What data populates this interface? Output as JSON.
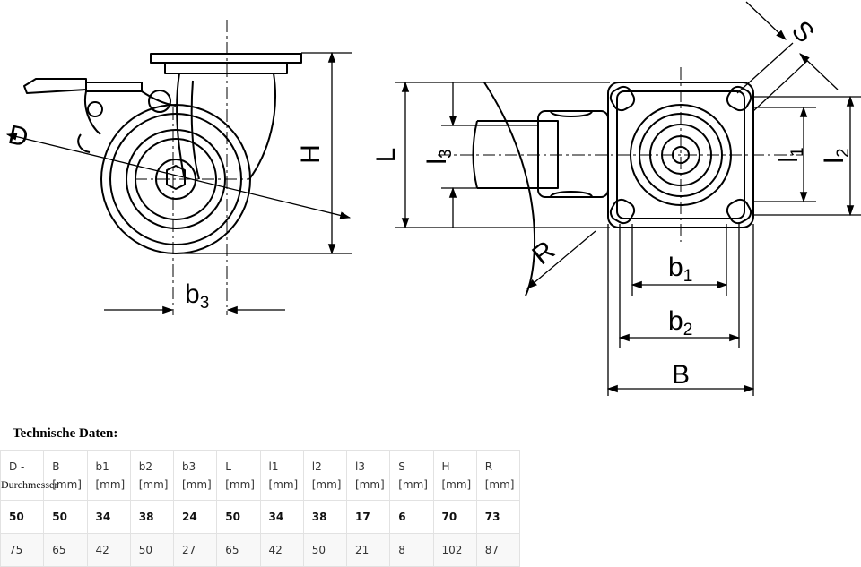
{
  "drawing": {
    "labels": {
      "D": "D",
      "H": "H",
      "L": "L",
      "S": "S",
      "R": "R",
      "B": "B",
      "b1_main": "b",
      "b1_sub": "1",
      "b2_main": "b",
      "b2_sub": "2",
      "b3_main": "b",
      "b3_sub": "3",
      "l1_main": "l",
      "l1_sub": "1",
      "l2_main": "l",
      "l2_sub": "2",
      "l3_main": "l",
      "l3_sub": "3"
    }
  },
  "section_title": "Technische Daten:",
  "table": {
    "headers": [
      {
        "label": "D -",
        "unit": "Durchmesser"
      },
      {
        "label": "B",
        "unit": "[mm]"
      },
      {
        "label": "b1",
        "unit": "[mm]"
      },
      {
        "label": "b2",
        "unit": "[mm]"
      },
      {
        "label": "b3",
        "unit": "[mm]"
      },
      {
        "label": "L",
        "unit": "[mm]"
      },
      {
        "label": "l1",
        "unit": "[mm]"
      },
      {
        "label": "l2",
        "unit": "[mm]"
      },
      {
        "label": "l3",
        "unit": "[mm]"
      },
      {
        "label": "S",
        "unit": "[mm]"
      },
      {
        "label": "H",
        "unit": "[mm]"
      },
      {
        "label": "R",
        "unit": "[mm]"
      }
    ],
    "rows": [
      [
        "50",
        "50",
        "34",
        "38",
        "24",
        "50",
        "34",
        "38",
        "17",
        "6",
        "70",
        "73"
      ],
      [
        "75",
        "65",
        "42",
        "50",
        "27",
        "65",
        "42",
        "50",
        "21",
        "8",
        "102",
        "87"
      ]
    ]
  }
}
